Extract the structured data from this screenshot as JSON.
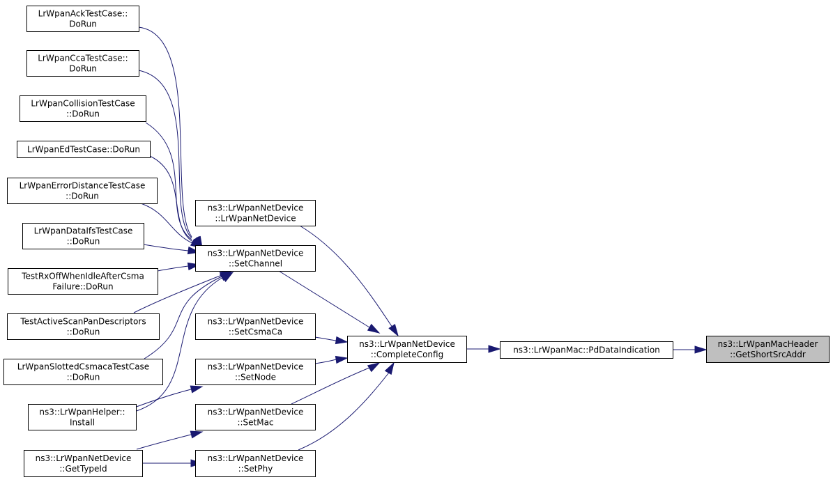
{
  "nodes": {
    "ack": [
      "LrWpanAckTestCase::",
      "DoRun"
    ],
    "cca": [
      "LrWpanCcaTestCase::",
      "DoRun"
    ],
    "collision": [
      "LrWpanCollisionTestCase",
      "::DoRun"
    ],
    "ed": [
      "LrWpanEdTestCase::DoRun"
    ],
    "errdist": [
      "LrWpanErrorDistanceTestCase",
      "::DoRun"
    ],
    "dataifs": [
      "LrWpanDataIfsTestCase",
      "::DoRun"
    ],
    "rxoff": [
      "TestRxOffWhenIdleAfterCsma",
      "Failure::DoRun"
    ],
    "activescan": [
      "TestActiveScanPanDescriptors",
      "::DoRun"
    ],
    "slotted": [
      "LrWpanSlottedCsmacaTestCase",
      "::DoRun"
    ],
    "helper": [
      "ns3::LrWpanHelper::",
      "Install"
    ],
    "gettypeid": [
      "ns3::LrWpanNetDevice",
      "::GetTypeId"
    ],
    "ctor": [
      "ns3::LrWpanNetDevice",
      "::LrWpanNetDevice"
    ],
    "setchannel": [
      "ns3::LrWpanNetDevice",
      "::SetChannel"
    ],
    "setcsmaca": [
      "ns3::LrWpanNetDevice",
      "::SetCsmaCa"
    ],
    "setnode": [
      "ns3::LrWpanNetDevice",
      "::SetNode"
    ],
    "setmac": [
      "ns3::LrWpanNetDevice",
      "::SetMac"
    ],
    "setphy": [
      "ns3::LrWpanNetDevice",
      "::SetPhy"
    ],
    "completeconfig": [
      "ns3::LrWpanNetDevice",
      "::CompleteConfig"
    ],
    "pddata": [
      "ns3::LrWpanMac::PdDataIndication"
    ],
    "getshortsrc": [
      "ns3::LrWpanMacHeader",
      "::GetShortSrcAddr"
    ]
  },
  "edges": [
    [
      "ack",
      "setchannel"
    ],
    [
      "cca",
      "setchannel"
    ],
    [
      "collision",
      "setchannel"
    ],
    [
      "ed",
      "setchannel"
    ],
    [
      "errdist",
      "setchannel"
    ],
    [
      "dataifs",
      "setchannel"
    ],
    [
      "rxoff",
      "setchannel"
    ],
    [
      "activescan",
      "setchannel"
    ],
    [
      "slotted",
      "setchannel"
    ],
    [
      "helper",
      "setchannel"
    ],
    [
      "helper",
      "setnode"
    ],
    [
      "gettypeid",
      "setmac"
    ],
    [
      "gettypeid",
      "setphy"
    ],
    [
      "ctor",
      "completeconfig"
    ],
    [
      "setchannel",
      "completeconfig"
    ],
    [
      "setcsmaca",
      "completeconfig"
    ],
    [
      "setnode",
      "completeconfig"
    ],
    [
      "setmac",
      "completeconfig"
    ],
    [
      "setphy",
      "completeconfig"
    ],
    [
      "completeconfig",
      "pddata"
    ],
    [
      "pddata",
      "getshortsrc"
    ]
  ],
  "highlighted_node": "getshortsrc",
  "colors": {
    "edge": "#191970",
    "highlight_fill": "#bfbfbf",
    "node_border": "#000000"
  }
}
